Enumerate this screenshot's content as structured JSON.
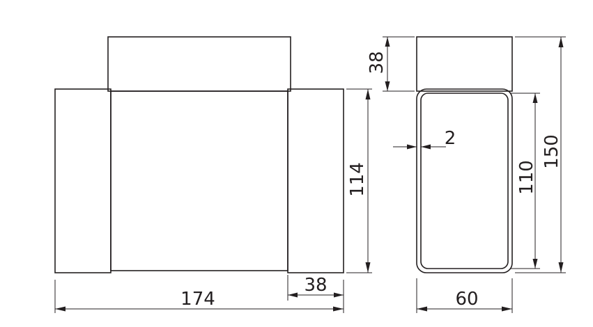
{
  "diagram": {
    "type": "technical-drawing",
    "subject": "rectangular duct tee fitting",
    "line_color": "#231f20",
    "background": "#ffffff",
    "front_view": {
      "dims": {
        "overall_width": "174",
        "branch_depth": "38",
        "body_height": "114"
      }
    },
    "side_view": {
      "dims": {
        "top_depth": "38",
        "wall_thickness": "2",
        "inner_height": "110",
        "overall_height": "150",
        "width": "60"
      }
    }
  }
}
